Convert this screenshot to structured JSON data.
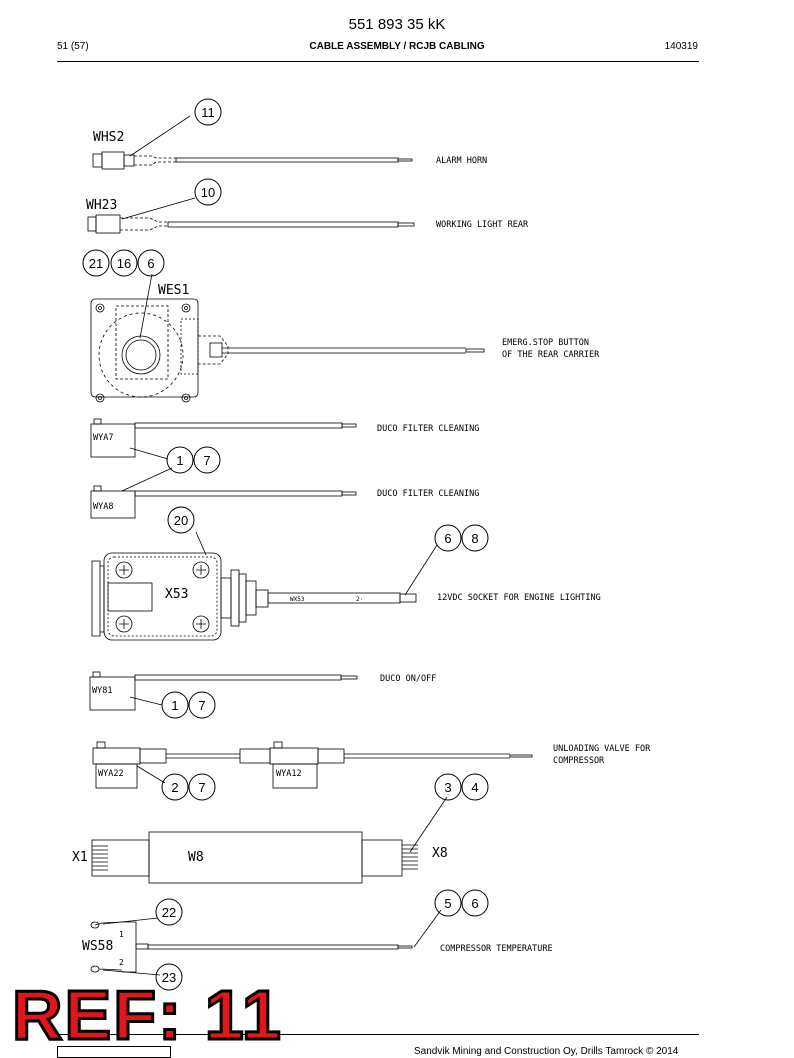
{
  "header": {
    "doc_number": "551 893 35 kK",
    "page": "51 (57)",
    "title": "CABLE ASSEMBLY / RCJB CABLING",
    "date": "140319"
  },
  "diagram": {
    "callouts": [
      "11",
      "10",
      "21",
      "16",
      "6",
      "20",
      "1",
      "7",
      "6",
      "8",
      "1",
      "7",
      "2",
      "7",
      "3",
      "4",
      "22",
      "5",
      "6",
      "23"
    ],
    "labels": {
      "whs2": "WHS2",
      "alarm_horn": "ALARM HORN",
      "wh23": "WH23",
      "working_light": "WORKING LIGHT REAR",
      "wes1": "WES1",
      "emerg_1": "EMERG.STOP BUTTON",
      "emerg_2": "OF THE REAR CARRIER",
      "wya7": "WYA7",
      "duco1": "DUCO FILTER CLEANING",
      "wya8": "WYA8",
      "duco2": "DUCO FILTER CLEANING",
      "x53": "X53",
      "wx53": "WX53",
      "socket": "12VDC SOCKET FOR ENGINE LIGHTING",
      "wy81": "WY81",
      "duco_onoff": "DUCO ON/OFF",
      "wya22": "WYA22",
      "wya12": "WYA12",
      "unload_1": "UNLOADING VALVE FOR",
      "unload_2": "COMPRESSOR",
      "x1": "X1",
      "w8": "W8",
      "x8": "X8",
      "ws58": "WS58",
      "pin1": "1",
      "pin2": "2",
      "comp_temp": "COMPRESSOR TEMPERATURE"
    }
  },
  "ref_stamp": "REF: 11",
  "footer": "Sandvik Mining and Construction Oy, Drills Tamrock © 2014"
}
